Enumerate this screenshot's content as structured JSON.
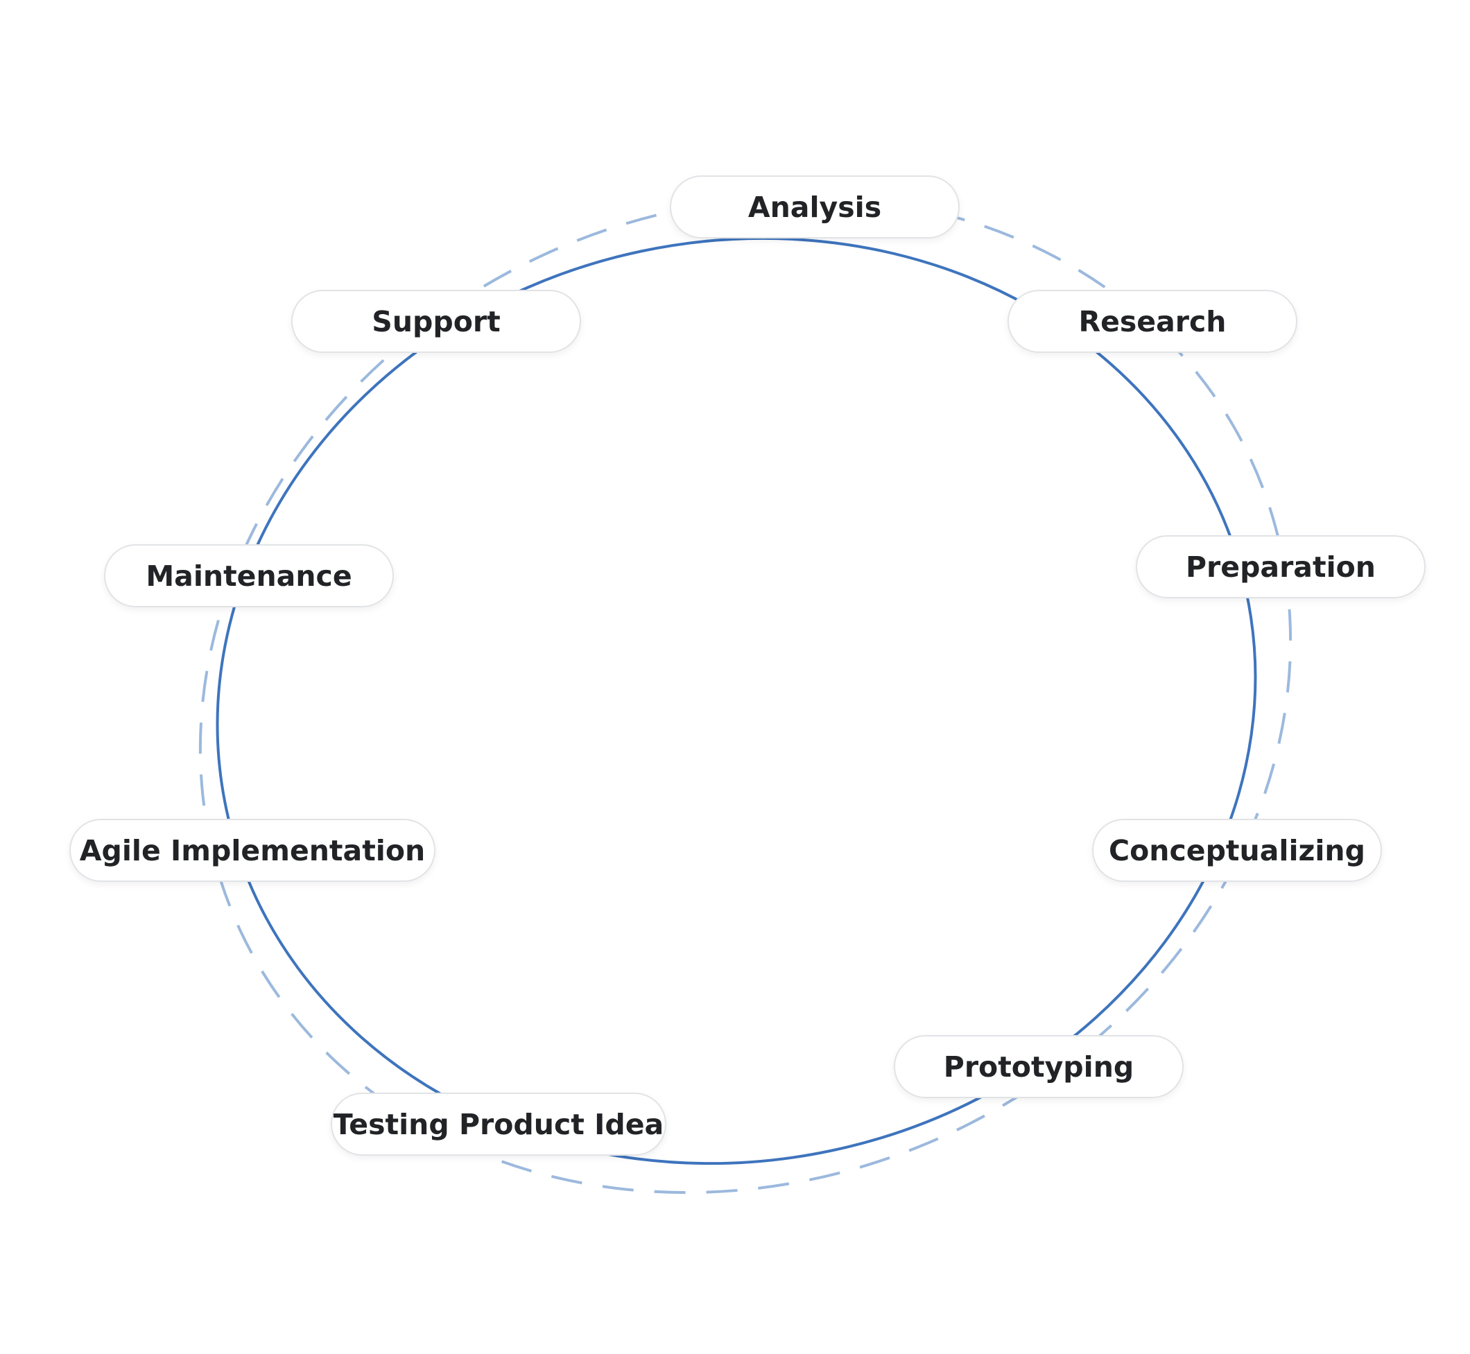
{
  "stages": [
    "Analysis",
    "Research",
    "Preparation",
    "Conceptualizing",
    "Prototyping",
    "Testing Product Idea",
    "Agile Implementation",
    "Maintenance",
    "Support"
  ],
  "colors": {
    "solid_ring": "#3e74bd",
    "dashed_ring": "#9cb9dd",
    "pill_border": "#e1e3e6",
    "text": "#222326"
  }
}
